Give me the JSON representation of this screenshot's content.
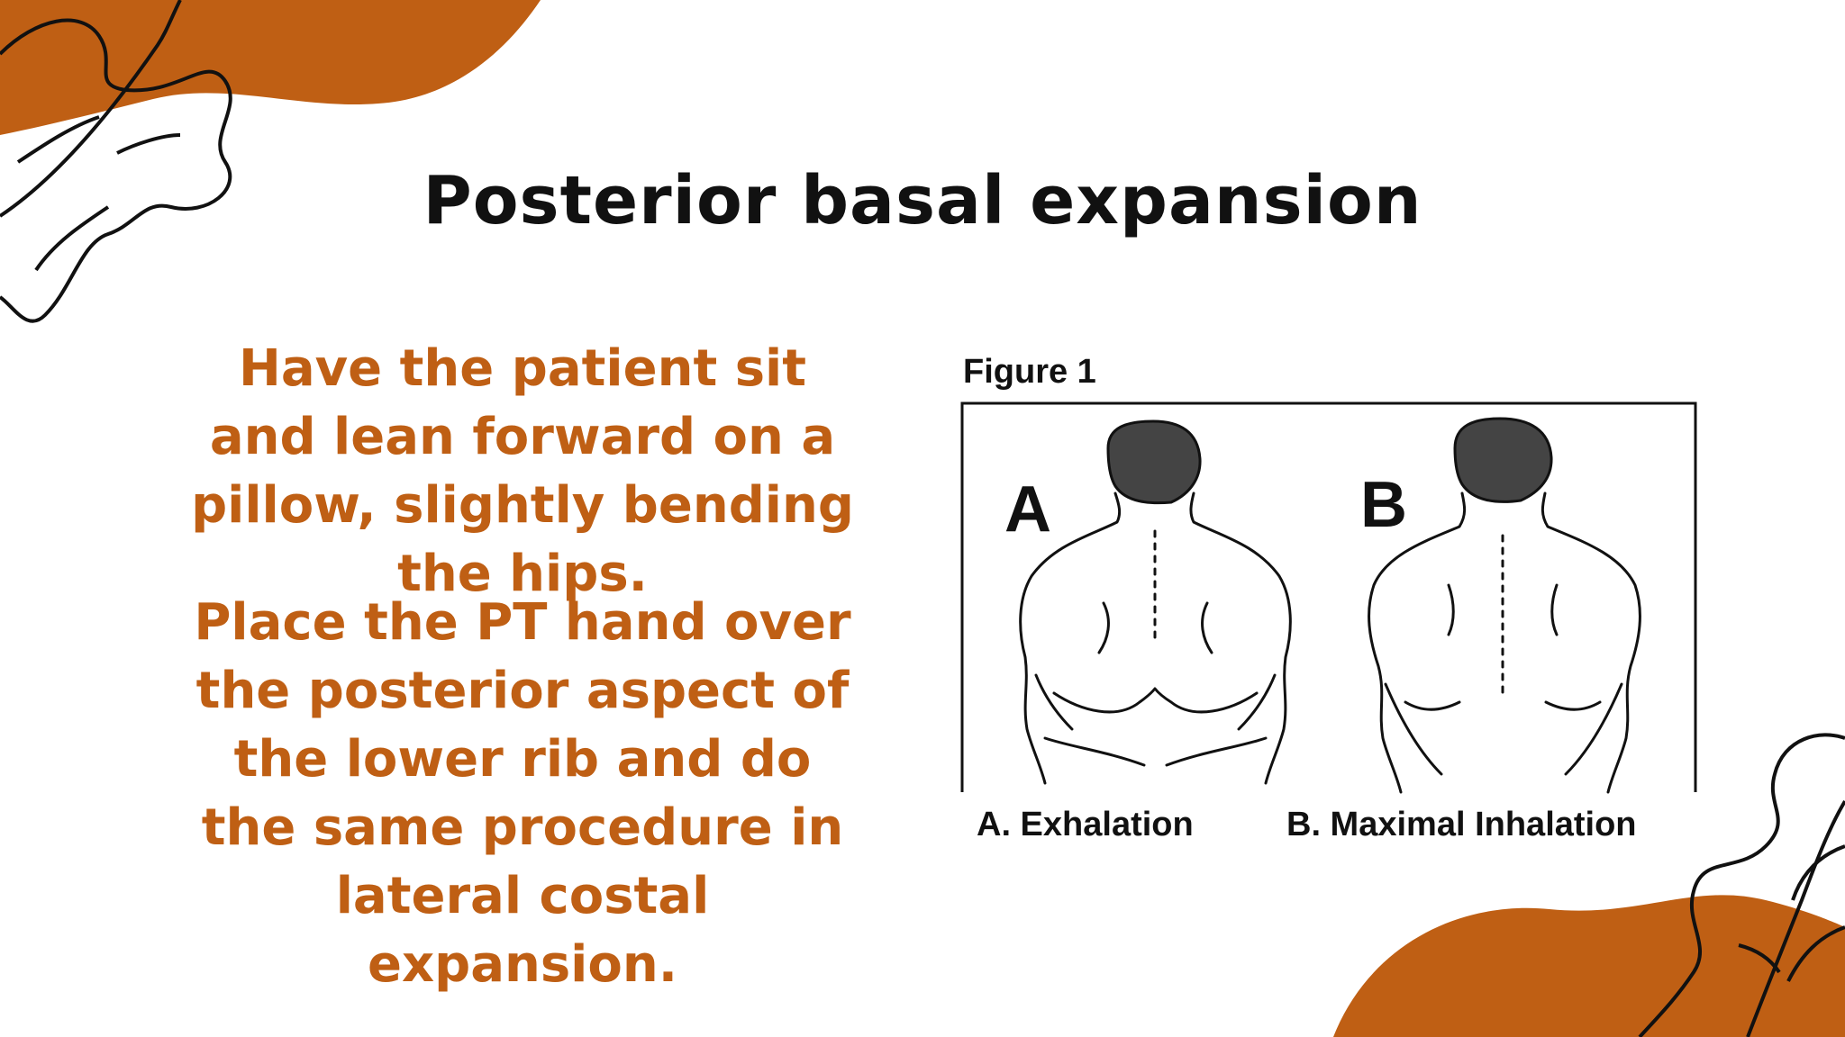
{
  "title": "Posterior basal expansion",
  "paragraphs": [
    "Have the patient sit and lean forward on a pillow, slightly bending the hips.",
    "Place the PT hand over the posterior aspect of the lower rib and do the same procedure in lateral costal expansion."
  ],
  "figure": {
    "label": "Figure 1",
    "panel_a_letter": "A",
    "panel_b_letter": "B",
    "caption_a": "A. Exhalation",
    "caption_b": "B. Maximal Inhalation"
  },
  "colors": {
    "accent": "#bf5f14",
    "text": "#111111",
    "background": "#ffffff"
  }
}
